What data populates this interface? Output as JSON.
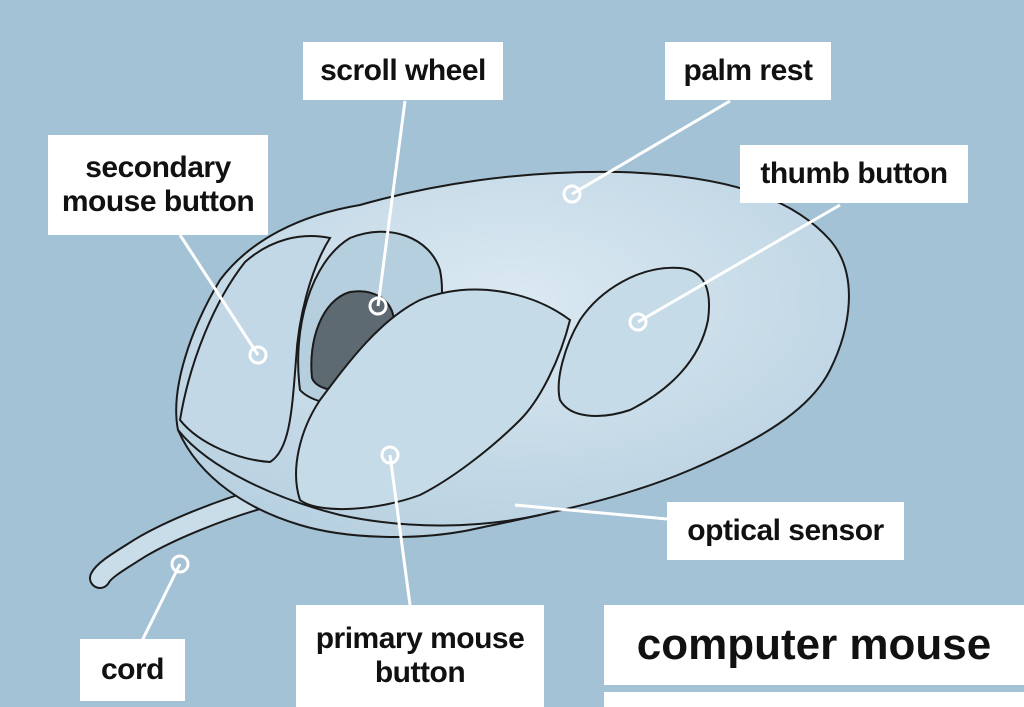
{
  "labels": {
    "scroll_wheel": "scroll wheel",
    "palm_rest": "palm rest",
    "secondary_line1": "secondary",
    "secondary_line2": "mouse button",
    "thumb_button": "thumb button",
    "optical_sensor": "optical sensor",
    "primary_line1": "primary mouse",
    "primary_line2": "button",
    "cord": "cord"
  },
  "title": "computer mouse",
  "colors": {
    "background": "#a3c2d6",
    "mouse_fill": "#c9dde9",
    "outline": "#1a1a1a",
    "leader": "#ffffff",
    "label_bg": "#ffffff"
  }
}
